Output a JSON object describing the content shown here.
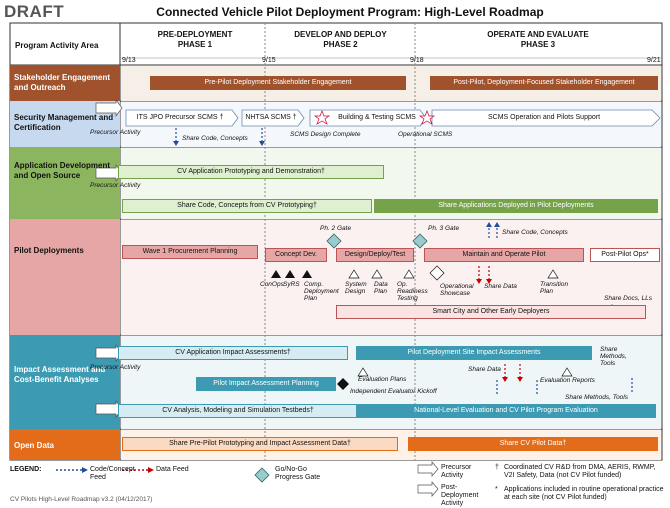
{
  "header": {
    "draft": "DRAFT",
    "title": "Connected Vehicle Pilot Deployment Program: High-Level Roadmap",
    "area_label": "Program Activity Area",
    "phase1": "PRE-DEPLOYMENT\nPHASE 1",
    "phase2": "DEVELOP AND DEPLOY\nPHASE 2",
    "phase3": "OPERATE AND EVALUATE\nPHASE 3",
    "dates": [
      "9/13",
      "9/15",
      "9/18",
      "9/21"
    ]
  },
  "rows": {
    "stakeholder": "Stakeholder Engagement and Outreach",
    "security": "Security Management and Certification",
    "appdev": "Application Development and Open Source",
    "pilot": "Pilot Deployments",
    "impact": "Impact Assessment and Cost-Benefit Analyses",
    "opendata": "Open Data"
  },
  "bars": {
    "stake1": "Pre-Pilot Deployment Stakeholder Engagement",
    "stake2": "Post-Pilot, Deployment-Focused Stakeholder Engagement",
    "sec1": "ITS JPO Precursor SCMS †",
    "sec2": "NHTSA SCMS †",
    "sec3": "Building & Testing SCMS",
    "sec4": "SCMS Operation and Pilots Support",
    "sec_share": "Share Code, Concepts",
    "sec_design": "SCMS Design Complete",
    "sec_oper": "Operational SCMS",
    "app1": "CV Application Prototyping and Demonstration†",
    "app2": "Share Code, Concepts from CV Prototyping†",
    "app3": "Share Applications Deployed in Pilot Deployments",
    "pd1": "Wave 1 Procurement Planning",
    "pd2": "Concept Dev.",
    "pd3": "Design/Deploy/Test",
    "pd4": "Maintain and Operate Pilot",
    "pd5": "Post-Pilot Ops*",
    "pd_share": "Share Code, Concepts",
    "pd_gate2": "Ph. 2 Gate",
    "pd_gate3": "Ph. 3 Gate",
    "pd_conops": "ConOps",
    "pd_syrs": "SyRS",
    "pd_comp": "Comp. Deployment Plan",
    "pd_sysd": "System Design",
    "pd_datap": "Data Plan",
    "pd_opr": "Op. Readiness Testing",
    "pd_show": "Operational Showcase",
    "pd_sharedata": "Share Data",
    "pd_trans": "Transition Plan",
    "pd_docs": "Share Docs, LLs",
    "pd_smart": "Smart City and Other Early Deployers",
    "ia1": "CV Application Impact Assessments†",
    "ia2": "Pilot Deployment Site Impact Assessments",
    "ia3": "Pilot Impact Assessment Planning",
    "ia4": "CV Analysis, Modeling and Simulation Testbeds†",
    "ia5": "National-Level Evaluation and CV Pilot Program Evaluation",
    "ia_eval": "Evaluation Plans",
    "ia_share": "Share Data",
    "ia_reports": "Evaluation Reports",
    "ia_methods1": "Share Methods, Tools",
    "ia_methods2": "Share Methods, Tools",
    "ia_kick": "Independent Evaluator Kickoff",
    "od1": "Share Pre-Pilot Prototyping and Impact Assessment Data†",
    "od2": "Share CV Pilot Data†",
    "precursor": "Precursor Activity"
  },
  "legend": {
    "label": "LEGEND:",
    "code": "Code/Concept Feed",
    "data": "Data Feed",
    "gate": "Go/No-Go Progress Gate",
    "precursor": "Precursor Activity",
    "post": "Post-Deployment Activity",
    "note1": "Coordinated CV R&D from DMA, AERIS, RWMP, V2I Safety, Data (not CV Pilot funded)",
    "note2": "Applications included in routine operational practice at each site (not CV Pilot funded)",
    "dagger": "†",
    "star": "*"
  },
  "footer": "CV Pilots High-Level Roadmap v3.2 (04/12/2017)",
  "colors": {
    "stakeholder": "#a0522d",
    "security": "#dce6f2",
    "appdev": "#76a34a",
    "pilot": "#e2a3a3",
    "impact": "#3c9bb3",
    "opendata": "#e36c1a"
  }
}
